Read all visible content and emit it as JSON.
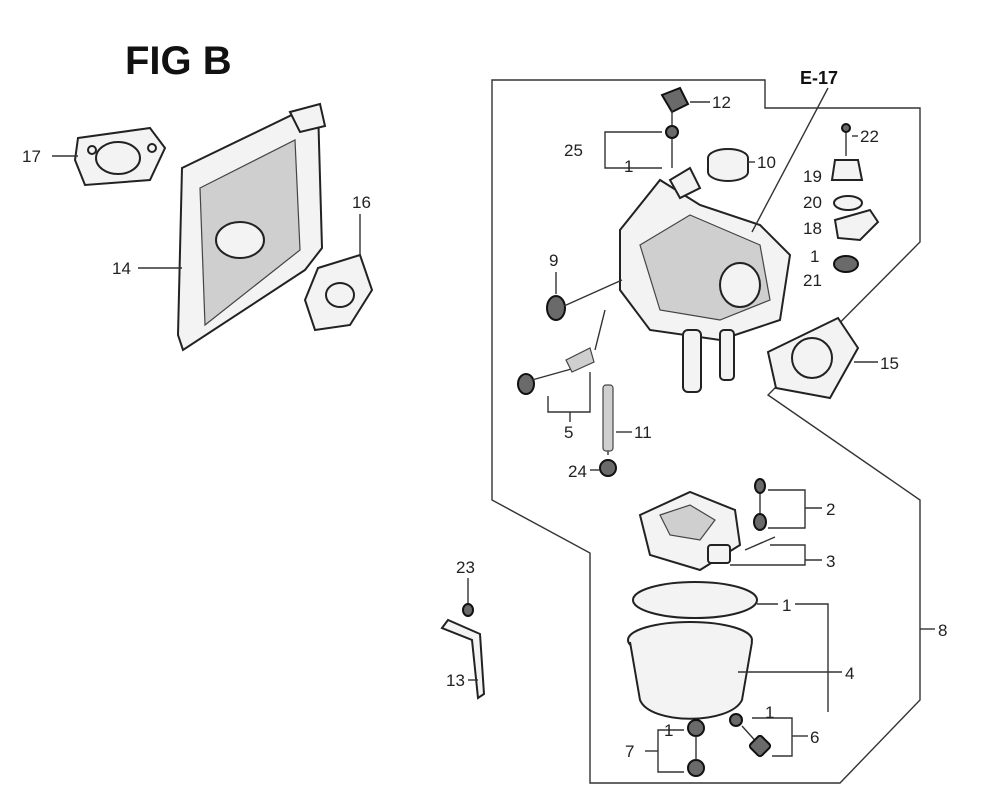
{
  "title": "FIG B",
  "reference": "E-17",
  "callouts": {
    "c12": "12",
    "c25": "25",
    "c1a": "1",
    "c10": "10",
    "c22": "22",
    "c19": "19",
    "c20": "20",
    "c18": "18",
    "c1b": "1",
    "c21": "21",
    "c9": "9",
    "c15": "15",
    "c5": "5",
    "c11": "11",
    "c24": "24",
    "c2": "2",
    "c3": "3",
    "c8": "8",
    "c1c": "1",
    "c4": "4",
    "c1d": "1",
    "c6": "6",
    "c1e": "1",
    "c7": "7",
    "c23": "23",
    "c13": "13",
    "c17": "17",
    "c14": "14",
    "c16": "16"
  }
}
